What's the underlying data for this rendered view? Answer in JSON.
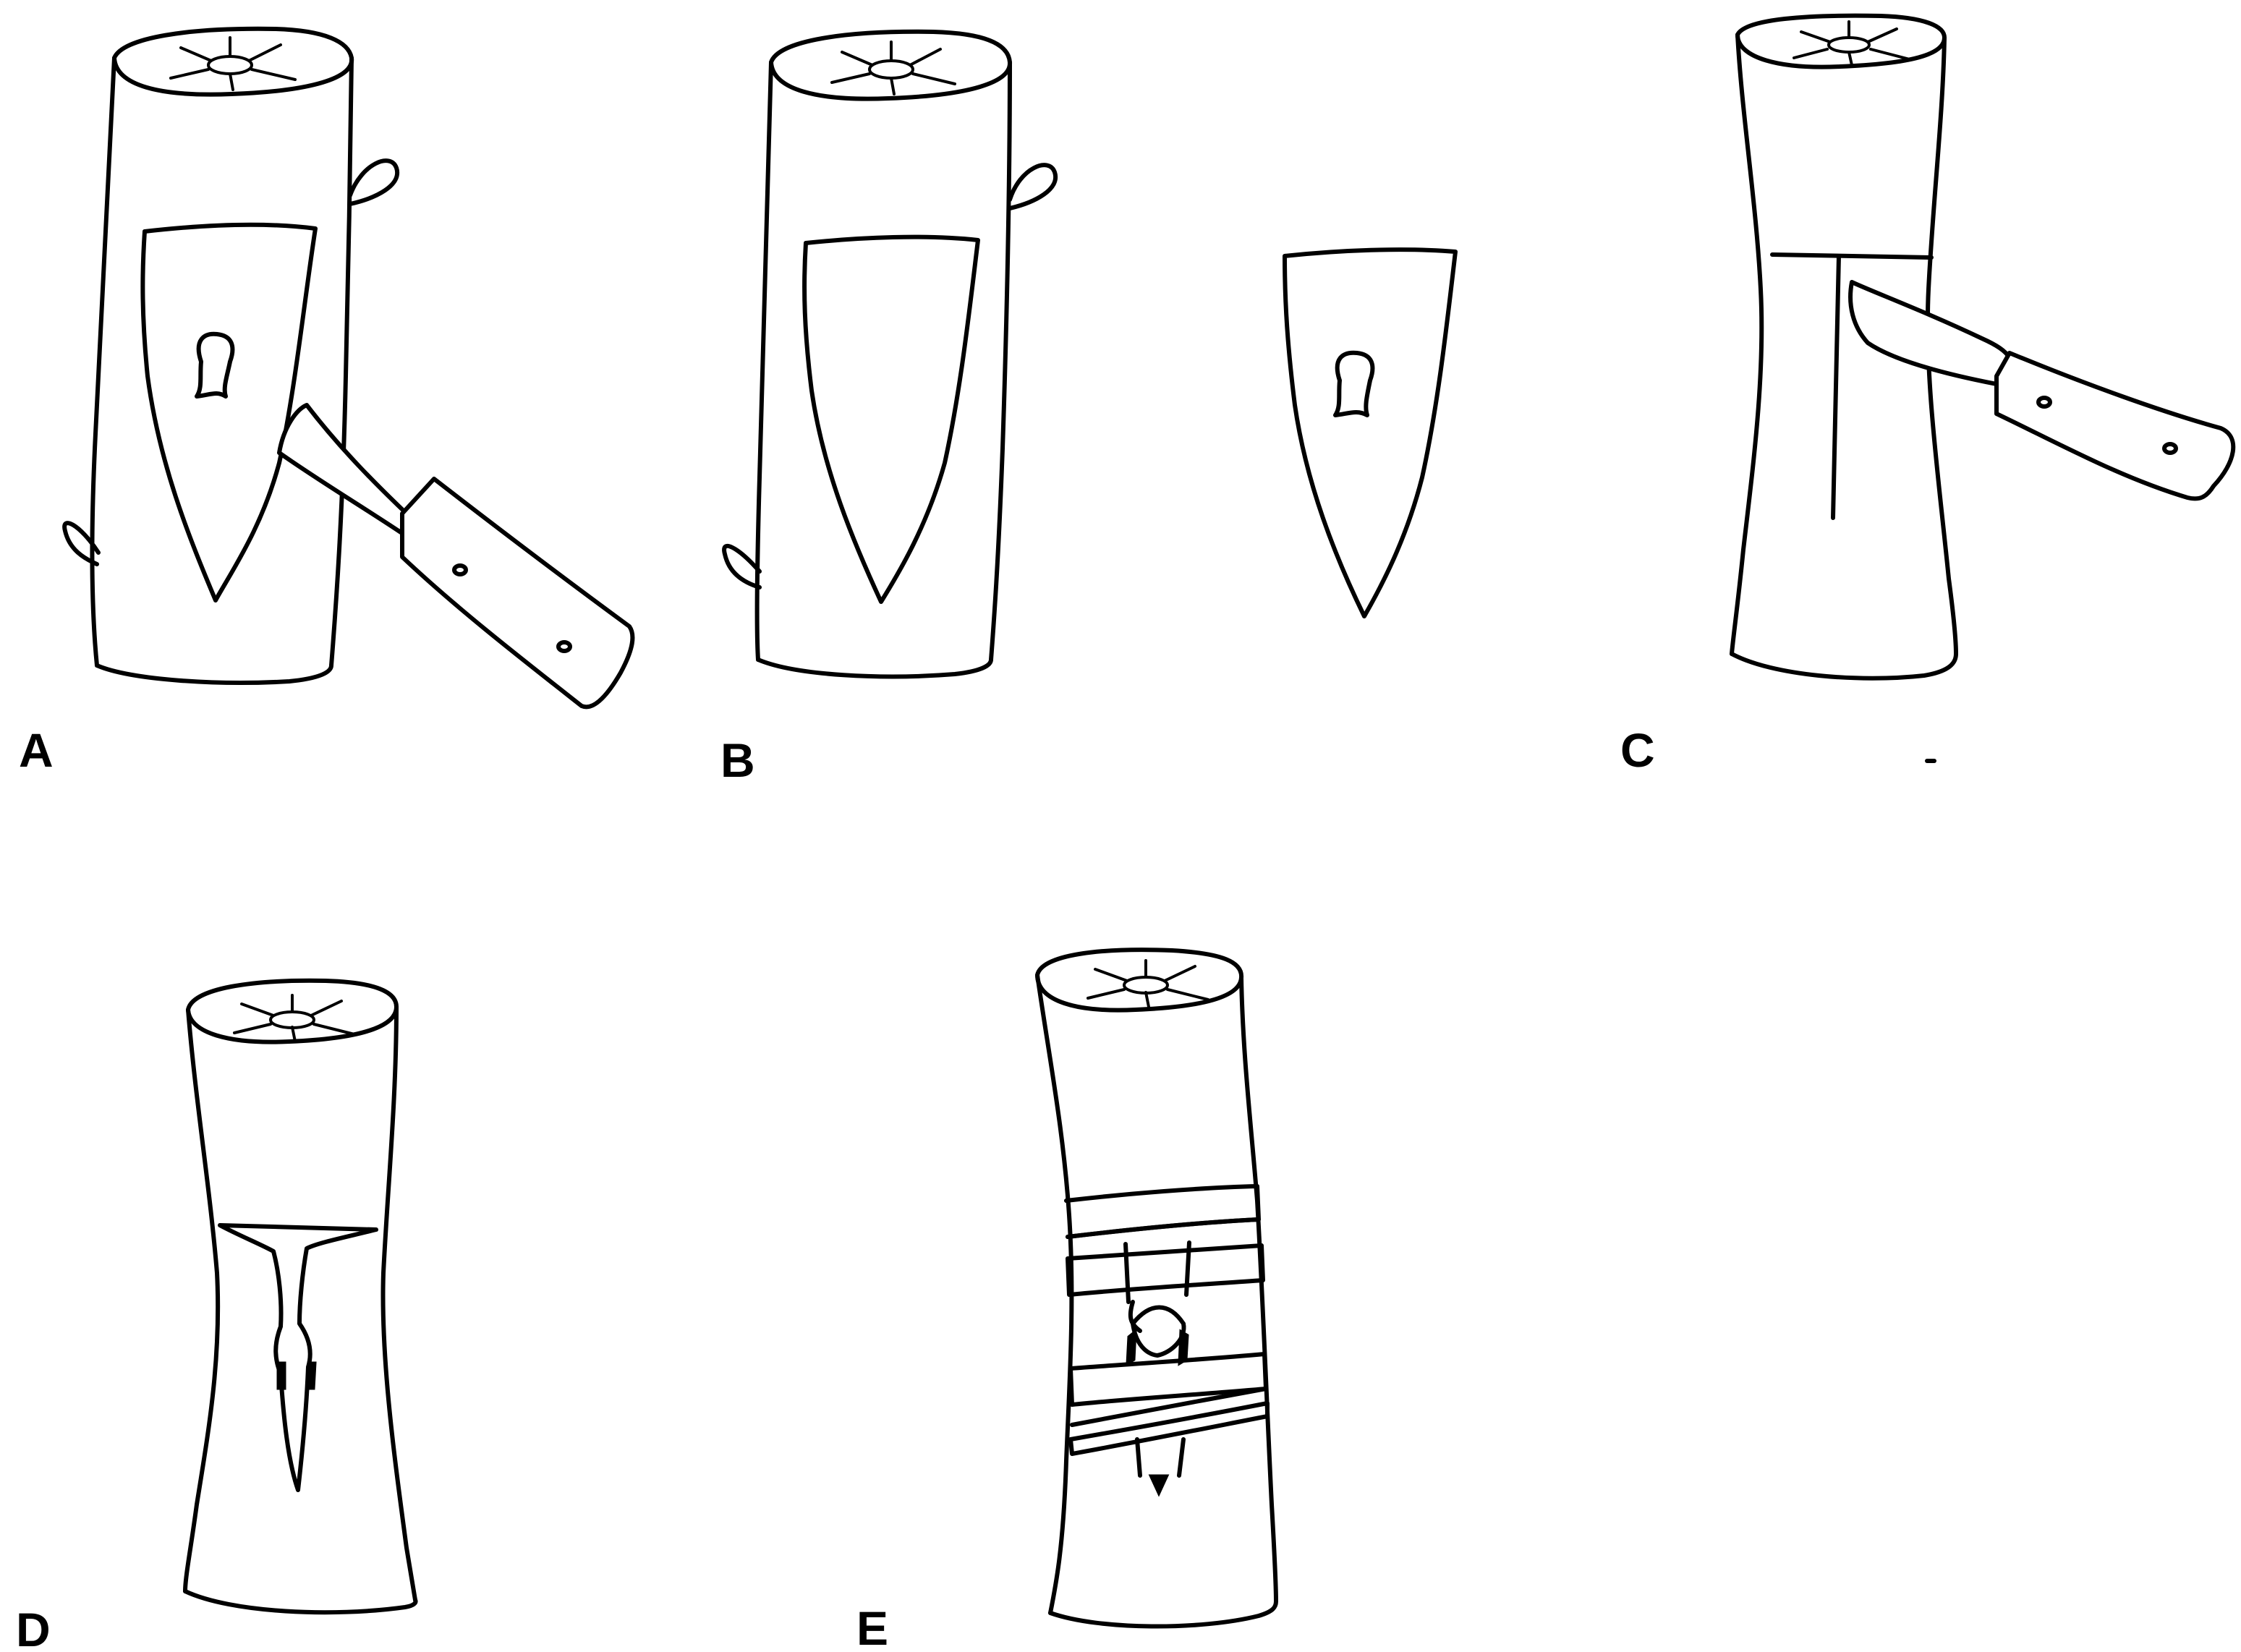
{
  "panels": [
    {
      "id": "A",
      "label": "A"
    },
    {
      "id": "B",
      "label": "B"
    },
    {
      "id": "C",
      "label": "C"
    },
    {
      "id": "D",
      "label": "D"
    },
    {
      "id": "E",
      "label": "E"
    }
  ],
  "colors": {
    "ink": "#000000",
    "background": "#ffffff"
  },
  "icons": {
    "tool": "knife-icon",
    "stem": "plant-stem-icon",
    "bud": "bud-icon"
  }
}
